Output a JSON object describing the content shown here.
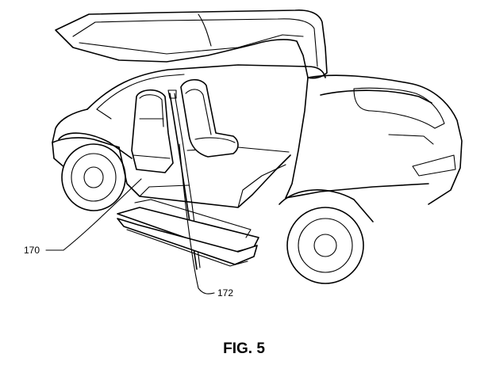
{
  "figure": {
    "caption": "FIG. 5",
    "labels": {
      "seat": "170",
      "post": "172"
    }
  }
}
